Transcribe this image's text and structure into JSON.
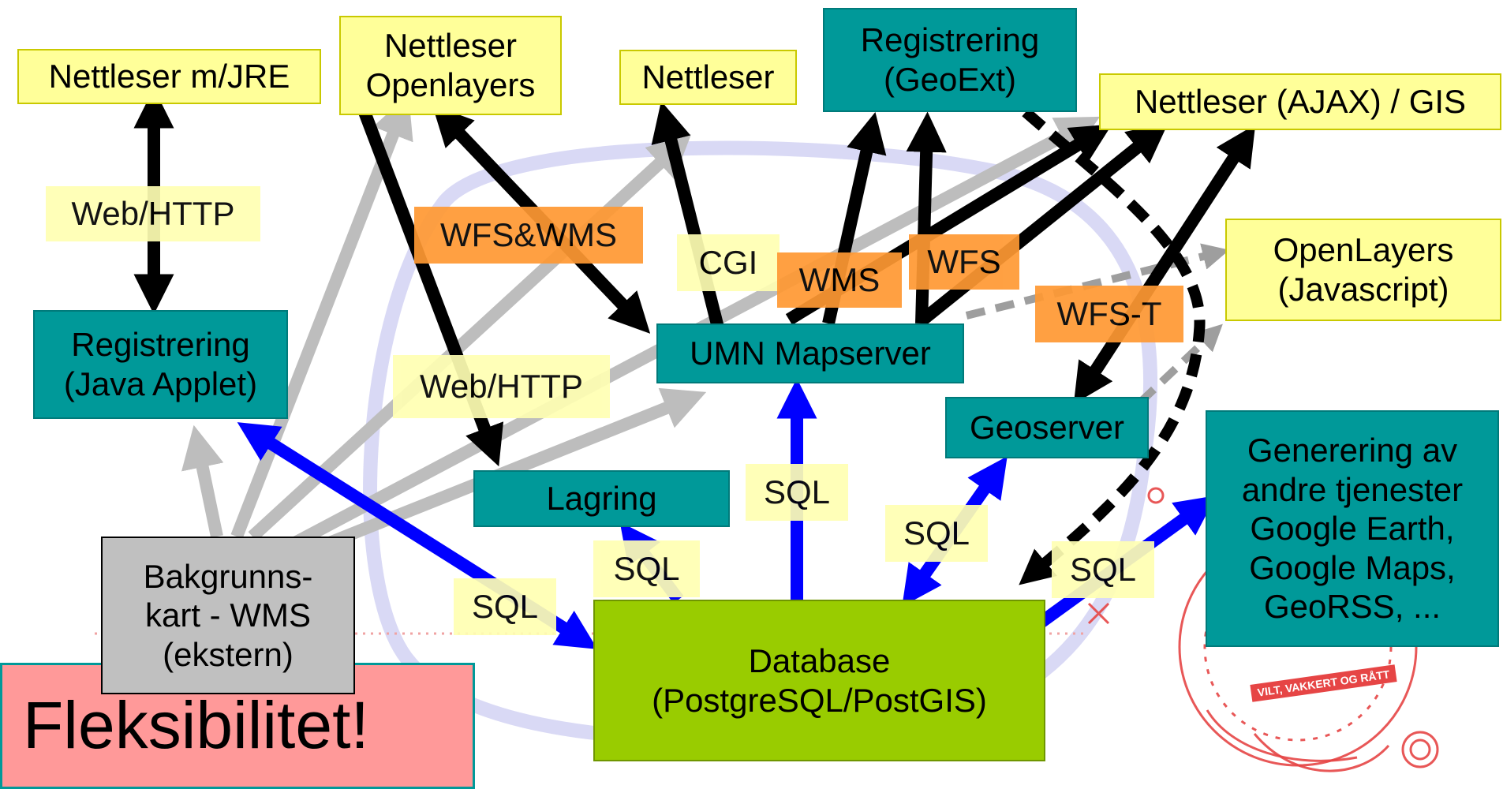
{
  "colors": {
    "yellow_box": "#ffff99",
    "teal_box": "#009999",
    "green_box": "#99cc00",
    "gray_box": "#c0c0c0",
    "pink_box": "#ff9999",
    "orange_label": "#ff9933",
    "arrow_black": "#000000",
    "arrow_blue": "#0000ff",
    "arrow_gray": "#bdbdbd",
    "ring": "#d9d9f5"
  },
  "nodes": {
    "nettleser_jre": "Nettleser m/JRE",
    "nettleser_openlayers": "Nettleser\nOpenlayers",
    "nettleser": "Nettleser",
    "registrering_geoext": "Registrering\n(GeoExt)",
    "nettleser_ajax": "Nettleser (AJAX) / GIS",
    "openlayers_js": "OpenLayers\n(Javascript)",
    "registrering_applet": "Registrering\n(Java Applet)",
    "umn_mapserver": "UMN Mapserver",
    "geoserver": "Geoserver",
    "lagring": "Lagring",
    "generering": "Generering av\nandre tjenester\nGoogle Earth,\nGoogle Maps,\nGeoRSS, ...",
    "bakgrunnskart": "Bakgrunns-\nkart - WMS\n(ekstern)",
    "database": "Database\n(PostgreSQL/PostGIS)",
    "fleksibilitet": "Fleksibilitet!"
  },
  "labels": {
    "web_http_1": "Web/HTTP",
    "web_http_2": "Web/HTTP",
    "wfs_wms": "WFS&WMS",
    "cgi": "CGI",
    "wms": "WMS",
    "wfs": "WFS",
    "wfs_t": "WFS-T",
    "sql_applet": "SQL",
    "sql_lagring": "SQL",
    "sql_mapserver": "SQL",
    "sql_geoserver": "SQL",
    "sql_generering": "SQL"
  },
  "logo": {
    "stamp_text": "VILT, VAKKERT OG RÅTT"
  }
}
